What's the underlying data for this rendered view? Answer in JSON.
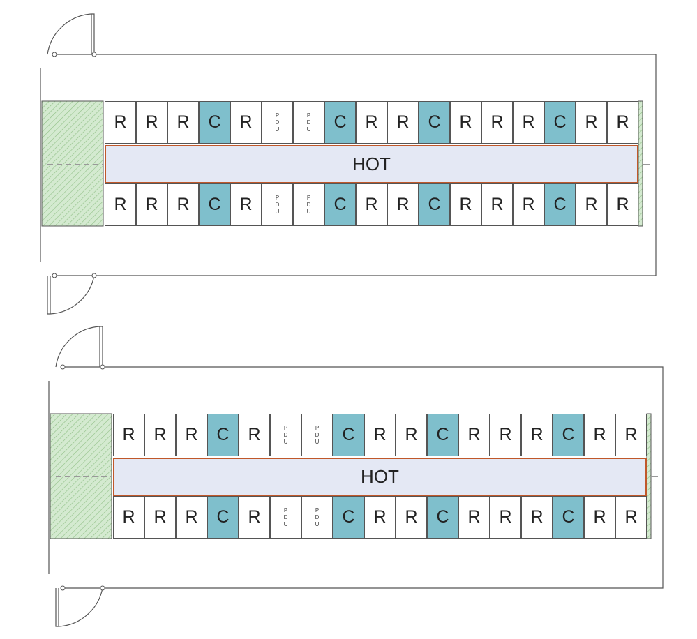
{
  "colors": {
    "crac_fill": "#7fbfcc",
    "hot_aisle_fill": "#e4e8f4",
    "hot_aisle_border": "#c0582a",
    "hatch_fill": "#d4ead0",
    "wall": "#555555"
  },
  "rack_row": [
    "R",
    "R",
    "R",
    "C",
    "R",
    "PDU",
    "PDU",
    "C",
    "R",
    "R",
    "C",
    "R",
    "R",
    "R",
    "C",
    "R",
    "R"
  ],
  "pdu_letters": [
    "P",
    "D",
    "U"
  ],
  "rooms": [
    {
      "hot_aisle_label": "HOT"
    },
    {
      "hot_aisle_label": "HOT"
    }
  ]
}
